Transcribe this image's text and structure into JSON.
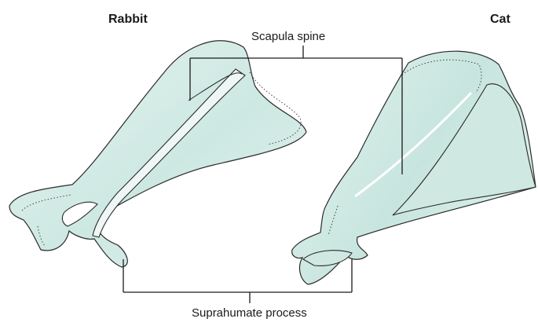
{
  "labels": {
    "rabbit": "Rabbit",
    "cat": "Cat",
    "scapula_spine": "Scapula spine",
    "suprahumate_process": "Suprahumate process"
  },
  "colors": {
    "bone_fill": "#dbeeea",
    "bone_shade": "#b9ddd6",
    "outline": "#2a2a2a",
    "leader_line": "#1a1a1a",
    "highlight": "#ffffff"
  }
}
